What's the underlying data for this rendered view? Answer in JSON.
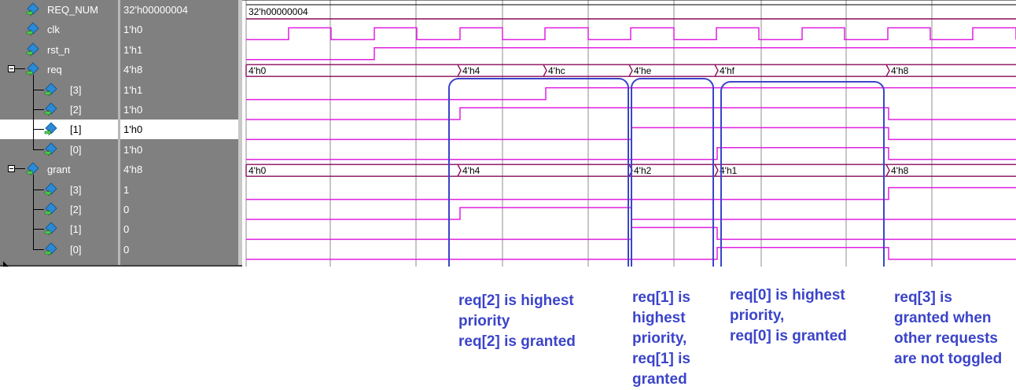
{
  "signals": [
    {
      "name": "REQ_NUM",
      "value": "32'h00000004",
      "indent": 0,
      "expander": false,
      "selected": false
    },
    {
      "name": "clk",
      "value": "1'h0",
      "indent": 0,
      "expander": false,
      "selected": false
    },
    {
      "name": "rst_n",
      "value": "1'h1",
      "indent": 0,
      "expander": false,
      "selected": false
    },
    {
      "name": "req",
      "value": "4'h8",
      "indent": 0,
      "expander": true,
      "selected": false
    },
    {
      "name": "[3]",
      "value": "1'h1",
      "indent": 1,
      "expander": false,
      "selected": false
    },
    {
      "name": "[2]",
      "value": "1'h0",
      "indent": 1,
      "expander": false,
      "selected": false
    },
    {
      "name": "[1]",
      "value": "1'h0",
      "indent": 1,
      "expander": false,
      "selected": true
    },
    {
      "name": "[0]",
      "value": "1'h0",
      "indent": 1,
      "expander": false,
      "selected": false
    },
    {
      "name": "grant",
      "value": "4'h8",
      "indent": 0,
      "expander": true,
      "selected": false
    },
    {
      "name": "[3]",
      "value": "1",
      "indent": 1,
      "expander": false,
      "selected": false
    },
    {
      "name": "[2]",
      "value": "0",
      "indent": 1,
      "expander": false,
      "selected": false
    },
    {
      "name": "[1]",
      "value": "0",
      "indent": 1,
      "expander": false,
      "selected": false
    },
    {
      "name": "[0]",
      "value": "0",
      "indent": 1,
      "expander": false,
      "selected": false
    }
  ],
  "wave_labels": {
    "req_num": [
      "32'h00000004"
    ],
    "req": [
      "4'h0",
      "4'h4",
      "4'hc",
      "4'he",
      "4'hf",
      "4'h8"
    ],
    "grant": [
      "4'h0",
      "4'h4",
      "4'h2",
      "4'h1",
      "4'h8"
    ]
  },
  "annotations": [
    "req[2] is highest\npriority\nreq[2] is granted",
    "req[1] is\nhighest\npriority,\nreq[1] is\ngranted",
    "req[0] is highest\npriority,\nreq[0] is granted",
    "req[3] is\ngranted when\nother requests\nare not toggled"
  ],
  "colors": {
    "wave": "#e020e0",
    "bus": "#8a0a5a",
    "grid": "#8c8c8c",
    "annotation": "#3b44c9",
    "icon": "#2a8ad6"
  },
  "icons": {
    "signal": "diamond-arrow-icon",
    "expander": "minus-box-icon"
  }
}
